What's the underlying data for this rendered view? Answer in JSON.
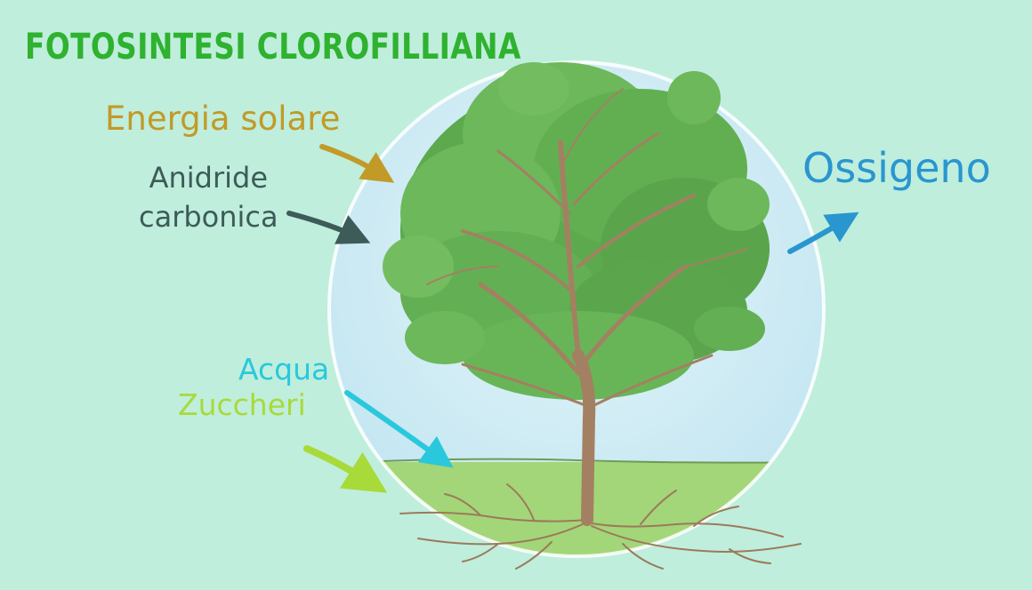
{
  "title": "FOTOSINTESI CLOROFILLIANA",
  "labels": {
    "energia": "Energia solare",
    "anidride_line1": "Anidride",
    "anidride_line2": "carbonica",
    "ossigeno": "Ossigeno",
    "acqua": "Acqua",
    "zuccheri": "Zuccheri"
  },
  "colors": {
    "background": "#bfeedd",
    "title": "#2fb22f",
    "energia": "#c29a28",
    "anidride": "#3d5b58",
    "ossigeno": "#2996cf",
    "acqua": "#2ac8dc",
    "zuccheri": "#a8da3a",
    "sky": "#d2ecf4",
    "grass": "#a3d678",
    "foliage": "#5daa4e",
    "trunk": "#a48062"
  },
  "icons": [
    "arrow-in-icon",
    "arrow-out-icon",
    "tree-icon",
    "roots-icon"
  ]
}
